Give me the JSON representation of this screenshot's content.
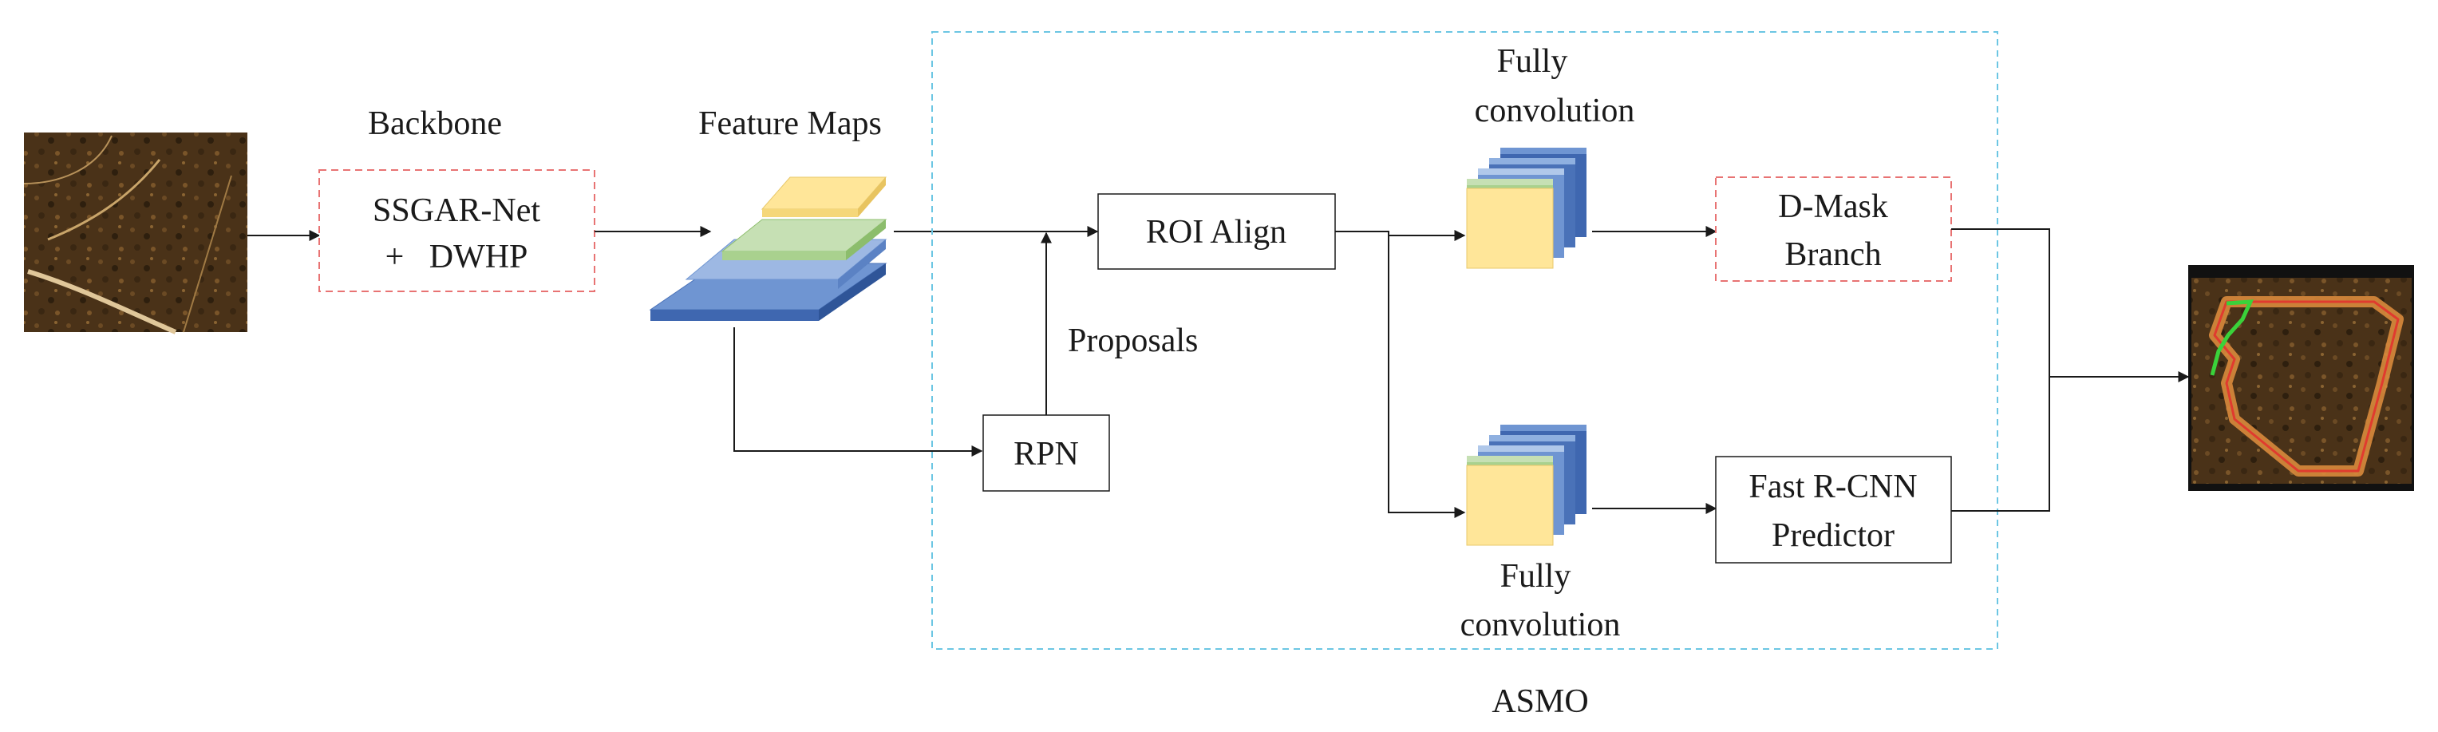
{
  "backbone": {
    "caption": "Backbone",
    "line1": "SSGAR-Net",
    "line2": "+   DWHP"
  },
  "feature_maps": {
    "caption": "Feature Maps"
  },
  "roi_align": {
    "label": "ROI Align"
  },
  "proposals": {
    "label": "Proposals"
  },
  "rpn": {
    "label": "RPN"
  },
  "fc_top": {
    "line1": "Fully",
    "line2": "convolution"
  },
  "fc_bottom": {
    "line1": "Fully",
    "line2": "convolution"
  },
  "dmask": {
    "line1": "D-Mask",
    "line2": "Branch"
  },
  "fast_rcnn": {
    "line1": "Fast R-CNN",
    "line2": "Predictor"
  },
  "asmo": {
    "label": "ASMO"
  },
  "colors": {
    "dashed_red": "#e87373",
    "dashed_cyan": "#6cc6e3",
    "layer_blue": "#6f95d2",
    "layer_blue_dark": "#3f67b0",
    "layer_green": "#a9d18e",
    "layer_yellow": "#ffe699"
  }
}
